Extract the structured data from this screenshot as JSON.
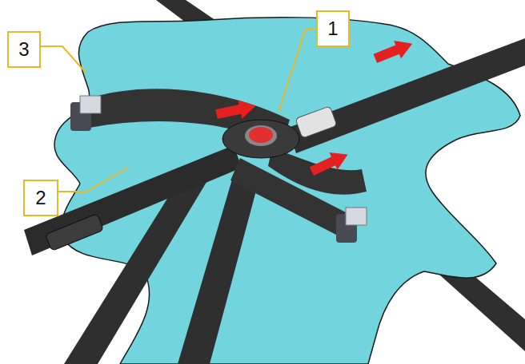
{
  "diagram": {
    "nodes": [
      {
        "text": [
          "1"
        ]
      },
      {
        "text": [
          "3"
        ]
      },
      {
        "text": [
          "2"
        ]
      }
    ]
  }
}
